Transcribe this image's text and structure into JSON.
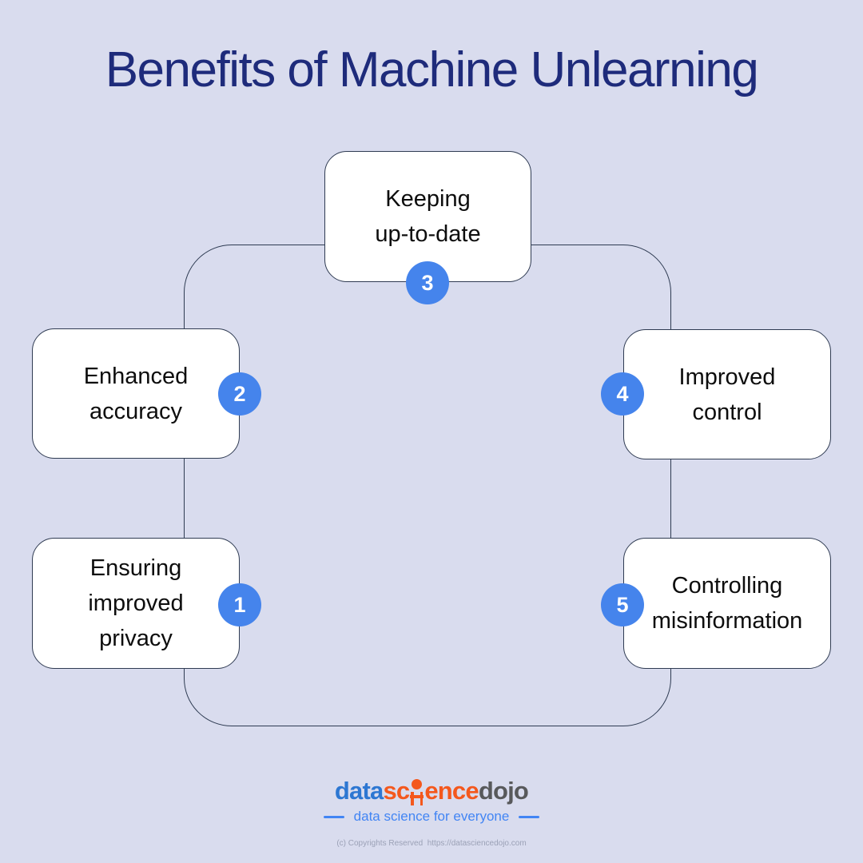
{
  "title": "Benefits of Machine Unlearning",
  "cards": [
    {
      "number": "1",
      "lines": [
        "Ensuring",
        "improved",
        "privacy"
      ]
    },
    {
      "number": "2",
      "lines": [
        "Enhanced",
        "accuracy"
      ]
    },
    {
      "number": "3",
      "lines": [
        "Keeping",
        "up-to-date"
      ]
    },
    {
      "number": "4",
      "lines": [
        "Improved",
        "control"
      ]
    },
    {
      "number": "5",
      "lines": [
        "Controlling",
        "misinformation"
      ]
    }
  ],
  "footer": {
    "logo_data": "data",
    "logo_science_pre": "sc",
    "logo_science_post": "ence",
    "logo_dojo": "dojo",
    "tagline": "data science for everyone",
    "copyright": "(c) Copyrights Reserved  https://datasciencedojo.com"
  },
  "colors": {
    "background": "#d9dcee",
    "title": "#1e2b7b",
    "badge_blue": "#4584ec",
    "connector_line": "#2e3b52",
    "card_background": "#ffffff",
    "logo_blue": "#2d77d2",
    "logo_orange": "#f4581d",
    "logo_gray": "#58595b",
    "tagline_blue": "#4285f4"
  }
}
